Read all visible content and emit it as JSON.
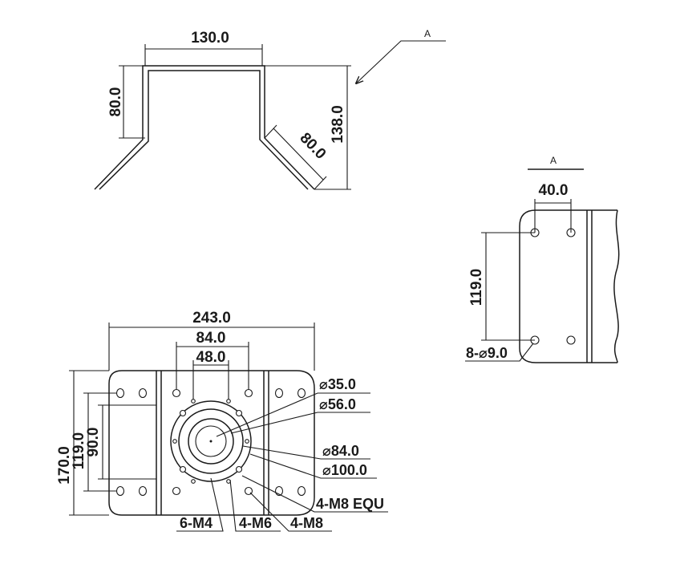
{
  "bracket": {
    "dim_width": "130.0",
    "dim_height": "80.0",
    "dim_total_height": "138.0",
    "dim_flange": "80.0",
    "view_marker": "A"
  },
  "view_a": {
    "label": "A",
    "dim_spacing": "40.0",
    "dim_height": "119.0",
    "dim_hole": "8-⌀9.0"
  },
  "base_plate": {
    "dim_width": "243.0",
    "dim_84": "84.0",
    "dim_48": "48.0",
    "dim_170": "170.0",
    "dim_119": "119.0",
    "dim_90": "90.0",
    "callouts": {
      "d35": "⌀35.0",
      "d56": "⌀56.0",
      "d84": "⌀84.0",
      "d100": "⌀100.0",
      "m8_equ": "4-M8 EQU",
      "m4": "6-M4",
      "m6": "4-M6",
      "m8": "4-M8"
    }
  }
}
